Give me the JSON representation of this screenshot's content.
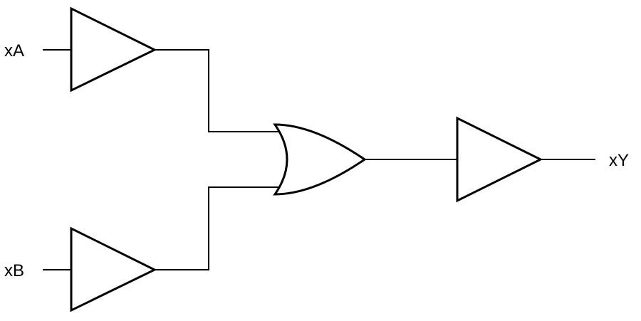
{
  "colors": {
    "stroke": "#000000",
    "background": "#ffffff"
  },
  "inputs": [
    {
      "label": "xA"
    },
    {
      "label": "xB"
    }
  ],
  "output": {
    "label": "xY"
  },
  "gates": [
    {
      "type": "buffer"
    },
    {
      "type": "buffer"
    },
    {
      "type": "or"
    },
    {
      "type": "buffer"
    }
  ]
}
